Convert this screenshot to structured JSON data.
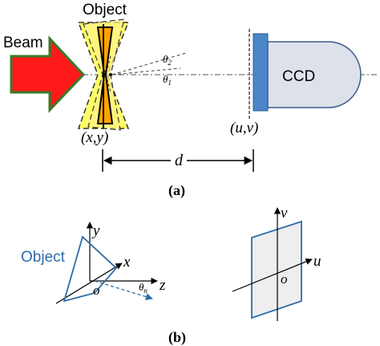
{
  "panel_a": {
    "label": "(a)",
    "object_label": "Object",
    "beam_label": "Beam",
    "ccd_label": "CCD",
    "object_coord": "(x,y)",
    "ccd_coord": "(u,v)",
    "distance_label": "d",
    "theta_2": {
      "symbol": "θ",
      "subscript": "2"
    },
    "theta_1": {
      "symbol": "θ",
      "subscript": "1"
    }
  },
  "panel_b": {
    "label": "(b)",
    "object_label": "Object",
    "axis_y": "y",
    "axis_x": "x",
    "axis_z": "z",
    "origin_left": "o",
    "theta_n": {
      "symbol": "θ",
      "subscript": "n"
    },
    "axis_v": "v",
    "axis_u": "u",
    "origin_right": "o"
  },
  "colors": {
    "beam_fill": "#ff1a1a",
    "beam_stroke": "#3a7a2a",
    "object_center": "#ffa500",
    "object_glow": "#ffff66",
    "ccd_body": "#dde1ea",
    "ccd_sensor": "#4a86c8",
    "object_blue": "#2e6ca8",
    "plane_fill": "#eeeeee"
  }
}
